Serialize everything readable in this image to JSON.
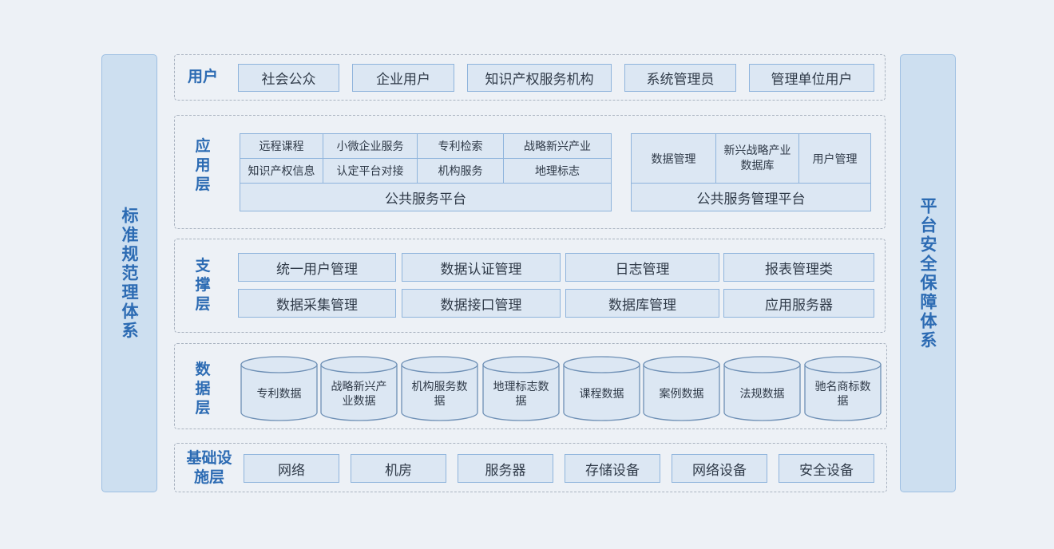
{
  "left_pillar": "标准规范理体系",
  "right_pillar": "平台安全保障体系",
  "user_layer": {
    "label": "用户",
    "items": [
      "社会公众",
      "企业用户",
      "知识产权服务机构",
      "系统管理员",
      "管理单位用户"
    ]
  },
  "app_layer": {
    "label": "应用层",
    "public_service_grid": [
      "远程课程",
      "小微企业服务",
      "专利检索",
      "战略新兴产业",
      "知识产权信息",
      "认定平台对接",
      "机构服务",
      "地理标志"
    ],
    "public_service_platform": "公共服务平台",
    "mgmt_items": [
      "数据管理",
      "新兴战略产业数据库",
      "用户管理"
    ],
    "mgmt_platform": "公共服务管理平台"
  },
  "support_layer": {
    "label": "支撑层",
    "items": [
      "统一用户管理",
      "数据认证管理",
      "日志管理",
      "报表管理类",
      "数据采集管理",
      "数据接口管理",
      "数据库管理",
      "应用服务器"
    ]
  },
  "data_layer": {
    "label": "数据层",
    "items": [
      "专利数据",
      "战略新兴产业数据",
      "机构服务数据",
      "地理标志数据",
      "课程数据",
      "案例数据",
      "法规数据",
      "驰名商标数据"
    ]
  },
  "infra_layer": {
    "label": "基础设施层",
    "items": [
      "网络",
      "机房",
      "服务器",
      "存储设备",
      "网络设备",
      "安全设备"
    ]
  }
}
